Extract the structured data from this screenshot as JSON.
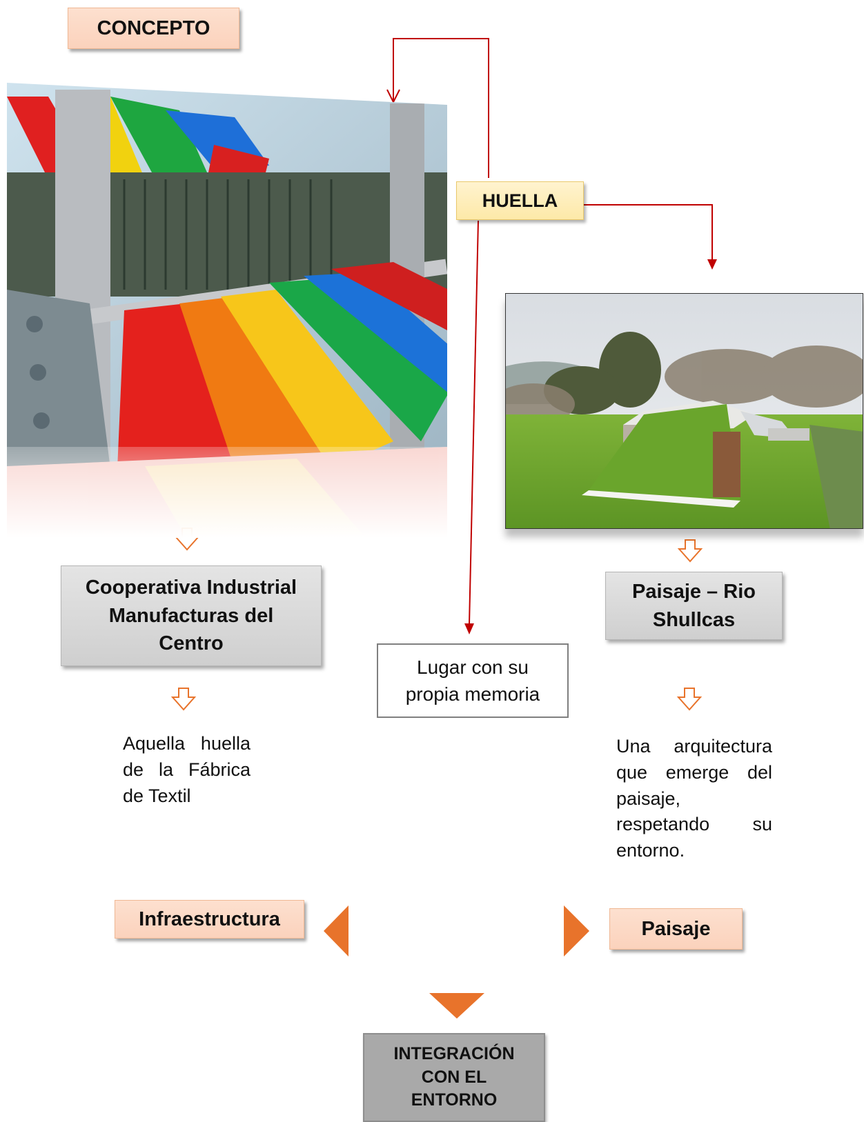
{
  "title_box": "CONCEPTO",
  "center_box": "HUELLA",
  "left_panel": {
    "photo_label": "loom-with-colored-threads-photo",
    "box_lines": [
      "Cooperativa Industrial",
      "Manufacturas del",
      "Centro"
    ],
    "caption_lines": [
      "Aquella huella",
      "de la Fábrica",
      "de Textil"
    ]
  },
  "right_panel": {
    "photo_label": "green-roof-house-landscape-photo",
    "box_lines": [
      "Paisaje – Rio",
      "Shullcas"
    ],
    "caption_lines": [
      "Una arquitectura",
      "que emerge del",
      "paisaje,",
      "respetando su",
      "entorno."
    ]
  },
  "middle_box_lines": [
    "Lugar con su",
    "propia memoria"
  ],
  "left_result": "Infraestructura",
  "right_result": "Paisaje",
  "final_box_lines": [
    "INTEGRACIÓN",
    "CON EL",
    "ENTORNO"
  ],
  "colors": {
    "connector": "#c00000",
    "arrow_orange": "#e8732b",
    "peach": "#fbd2bc",
    "yellow": "#fde9a8"
  }
}
